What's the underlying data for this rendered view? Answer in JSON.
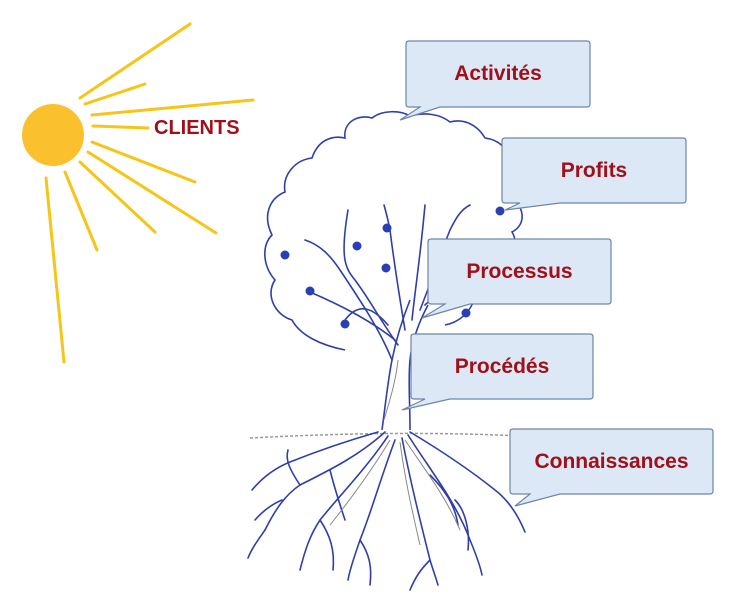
{
  "sun": {
    "label": "CLIENTS",
    "color": "#fbc02d",
    "ray_color": "#f5c518"
  },
  "callouts": [
    {
      "id": "activites",
      "label": "Activités"
    },
    {
      "id": "profits",
      "label": "Profits"
    },
    {
      "id": "processus",
      "label": "Processus"
    },
    {
      "id": "procedes",
      "label": "Procédés"
    },
    {
      "id": "connaissances",
      "label": "Connaissances"
    }
  ],
  "colors": {
    "label": "#a0101a",
    "callout_fill": "#dce8f5",
    "callout_border": "#6d86a8",
    "tree": "#2f3fa8",
    "fruit": "#2a3fb5"
  }
}
